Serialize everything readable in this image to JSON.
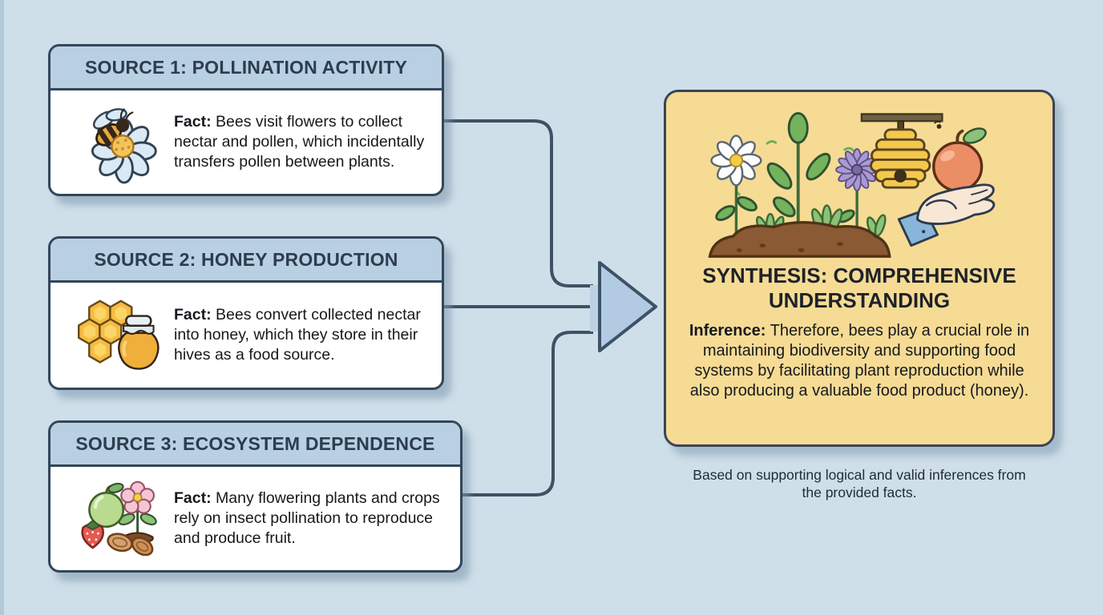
{
  "diagram": {
    "background_color": "#cfdfe9",
    "line_color": "#3e5265",
    "arrow_fill": "#b2cbe3",
    "card_header_color": "#b9cfe2",
    "card_border_color": "#33465a",
    "synthesis_panel_color": "#f6db95"
  },
  "sources": [
    {
      "title": "SOURCE 1: POLLINATION ACTIVITY",
      "icon": "bee-on-flower",
      "fact_label": "Fact:",
      "fact_text": "Bees visit flowers to collect nectar and pollen, which incidentally transfers pollen between plants."
    },
    {
      "title": "SOURCE 2: HONEY PRODUCTION",
      "icon": "honeycomb-and-honey-jar",
      "fact_label": "Fact:",
      "fact_text": "Bees convert collected nectar into honey, which they store in their hives as a food source."
    },
    {
      "title": "SOURCE 3: ECOSYSTEM DEPENDENCE",
      "icon": "fruits-flower-and-nuts",
      "fact_label": "Fact:",
      "fact_text": "Many flowering plants and crops rely on insect pollination to reproduce and produce fruit."
    }
  ],
  "synthesis": {
    "title": "SYNTHESIS: COMPREHENSIVE UNDERSTANDING",
    "icon": "garden-beehive-hand-with-apple",
    "inference_label": "Inference:",
    "inference_text": "Therefore, bees play a crucial role in maintaining biodiversity and supporting food systems by facilitating plant reproduction while also producing a valuable food product (honey)."
  },
  "caption": "Based on supporting logical and valid inferences from the provided facts."
}
